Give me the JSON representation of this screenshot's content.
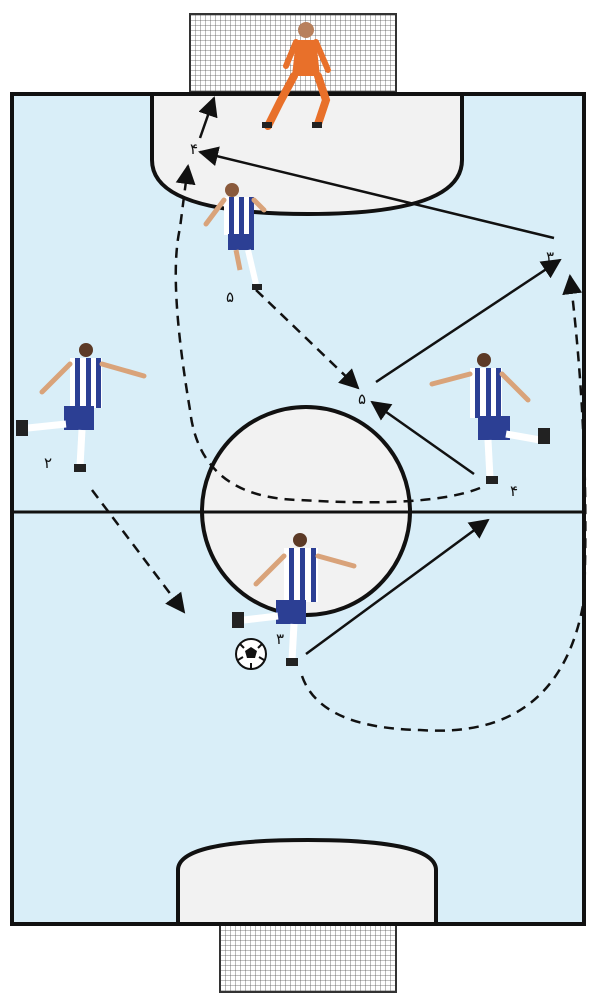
{
  "colors": {
    "pitch": "#d9eef8",
    "area": "#f2f2f2",
    "line": "#111111",
    "goalkeeper": "#e8702a",
    "jersey_stripe": "#2c3f94",
    "jersey_white": "#ffffff",
    "shorts": "#2c3f94",
    "skin": "#d9a37a"
  },
  "labels": {
    "goalkeeper_target": "۴",
    "top_player": "۵",
    "center_run": "۵",
    "right_wing_target": "۳",
    "left_player": "۲",
    "right_player": "۴",
    "bottom_player": "۳"
  },
  "ball": {
    "icon": "soccer-ball-icon"
  }
}
